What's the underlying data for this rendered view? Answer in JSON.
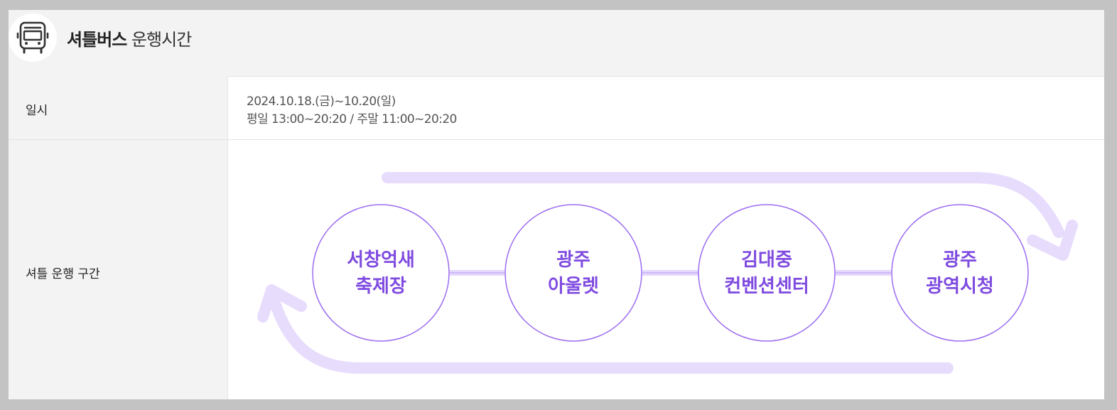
{
  "header": {
    "title_bold": "셔틀버스",
    "title_light": "운행시간",
    "icon": "bus-icon"
  },
  "schedule": {
    "label": "일시",
    "line1": "2024.10.18.(금)~10.20(일)",
    "line2": "평일 13:00~20:20 / 주말 11:00~20:20"
  },
  "route": {
    "label": "셔틀 운행 구간",
    "stops": [
      {
        "line1": "서창억새",
        "line2": "축제장"
      },
      {
        "line1": "광주",
        "line2": "아울렛"
      },
      {
        "line1": "김대중",
        "line2": "컨벤션센터"
      },
      {
        "line1": "광주",
        "line2": "광역시청"
      }
    ]
  },
  "colors": {
    "accent": "#7f4be0",
    "circle_border": "#9b6cf0",
    "arrow": "#e8dcfd",
    "connector": "#e5d8fc"
  }
}
